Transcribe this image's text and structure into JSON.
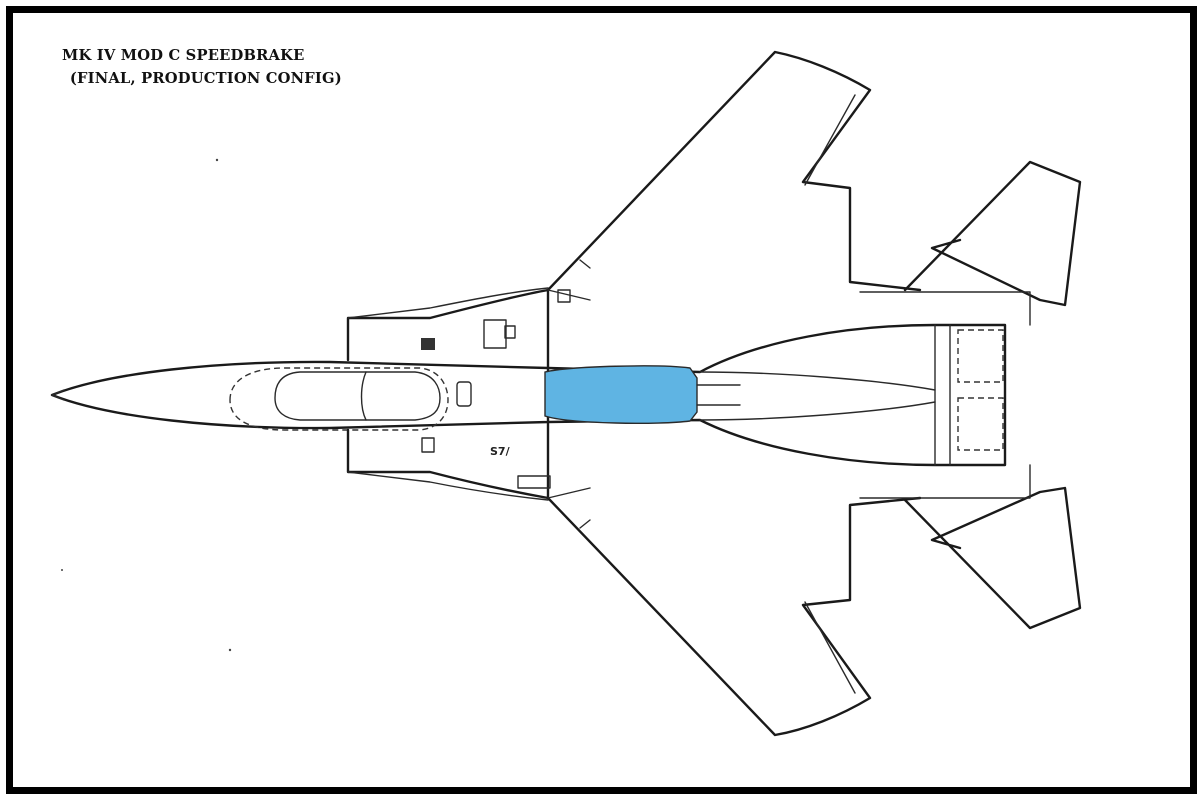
{
  "diagram": {
    "title_line1": "MK IV MOD C SPEEDBRAKE",
    "title_line2": "(FINAL, PRODUCTION CONFIG)",
    "stencil_text": "S7/"
  },
  "colors": {
    "speedbrake_fill": "#5fb4e3",
    "outline": "#1a1a1a",
    "border": "#000000"
  }
}
